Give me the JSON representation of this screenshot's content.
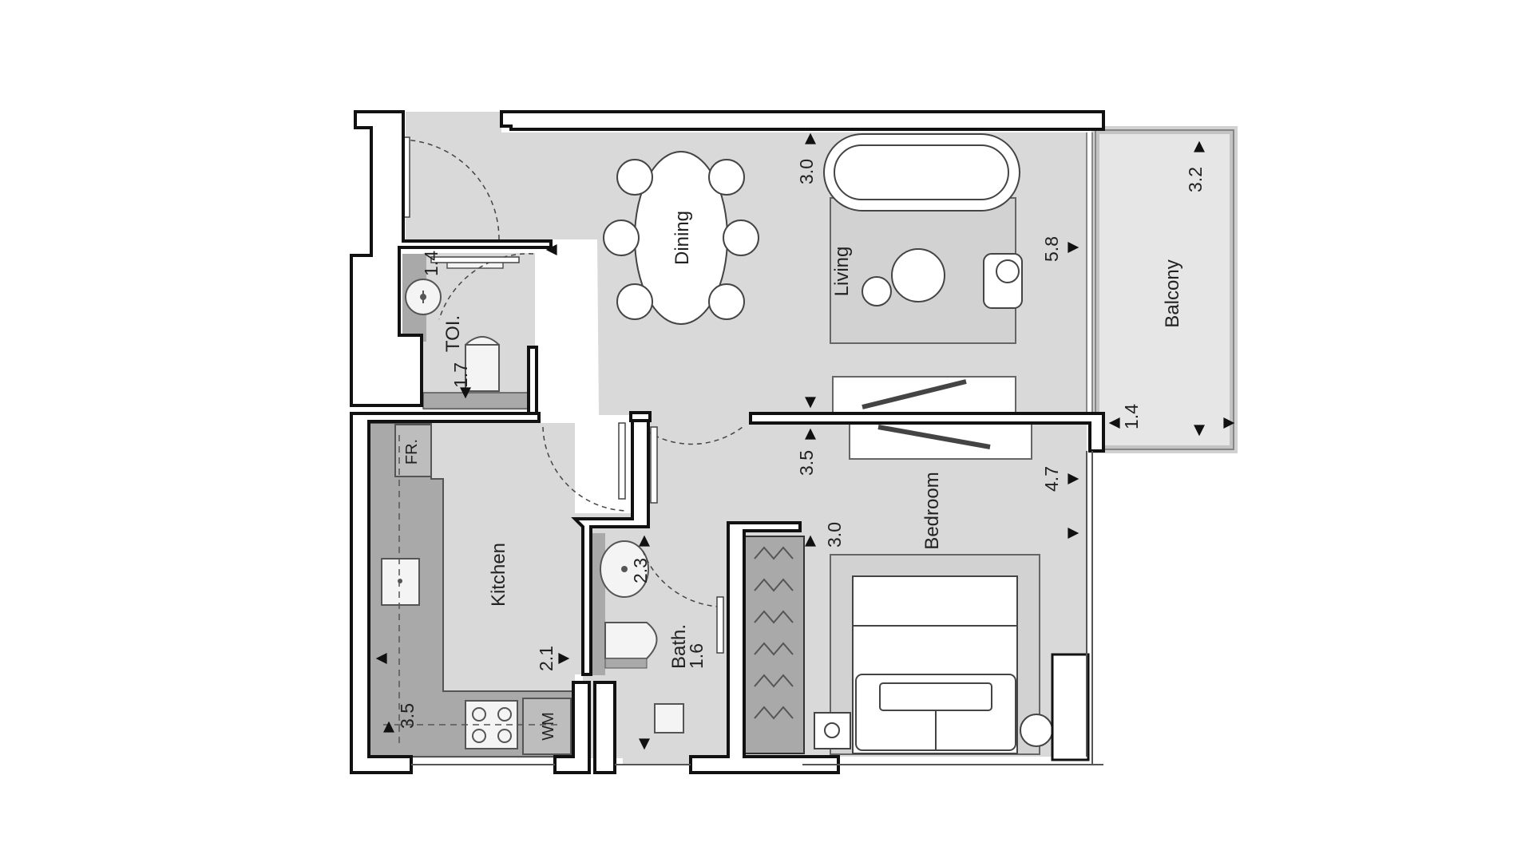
{
  "colors": {
    "floor": "#d9d9d9",
    "wall": "#111111",
    "counter": "#a9a9a9",
    "furniture": "#ffffff",
    "balcony": "#e9e9e9"
  },
  "rooms": {
    "dining": "Dining",
    "living": "Living",
    "balcony": "Balcony",
    "toilet": "TOI.",
    "kitchen": "Kitchen",
    "bath": "Bath.",
    "bedroom": "Bedroom"
  },
  "fixtures": {
    "fridge": "FR.",
    "washing_machine": "WM"
  },
  "dimensions": {
    "living_width": "3.0",
    "living_length": "5.8",
    "balcony_length": "3.2",
    "balcony_width": "1.4",
    "toilet_width": "1.4",
    "toilet_length": "1.7",
    "corridor_width": "3.5",
    "bedroom_length": "4.7",
    "bedroom_width": "3.0",
    "bath_width": "2.3",
    "bath_length": "1.6",
    "kitchen_width": "2.1",
    "kitchen_length": "3.5"
  },
  "icons": [
    "arrow-icon",
    "door-swing-icon",
    "sink-icon",
    "toilet-icon",
    "stove-icon",
    "wardrobe-icon",
    "bed-icon",
    "sofa-icon",
    "chair-icon"
  ]
}
